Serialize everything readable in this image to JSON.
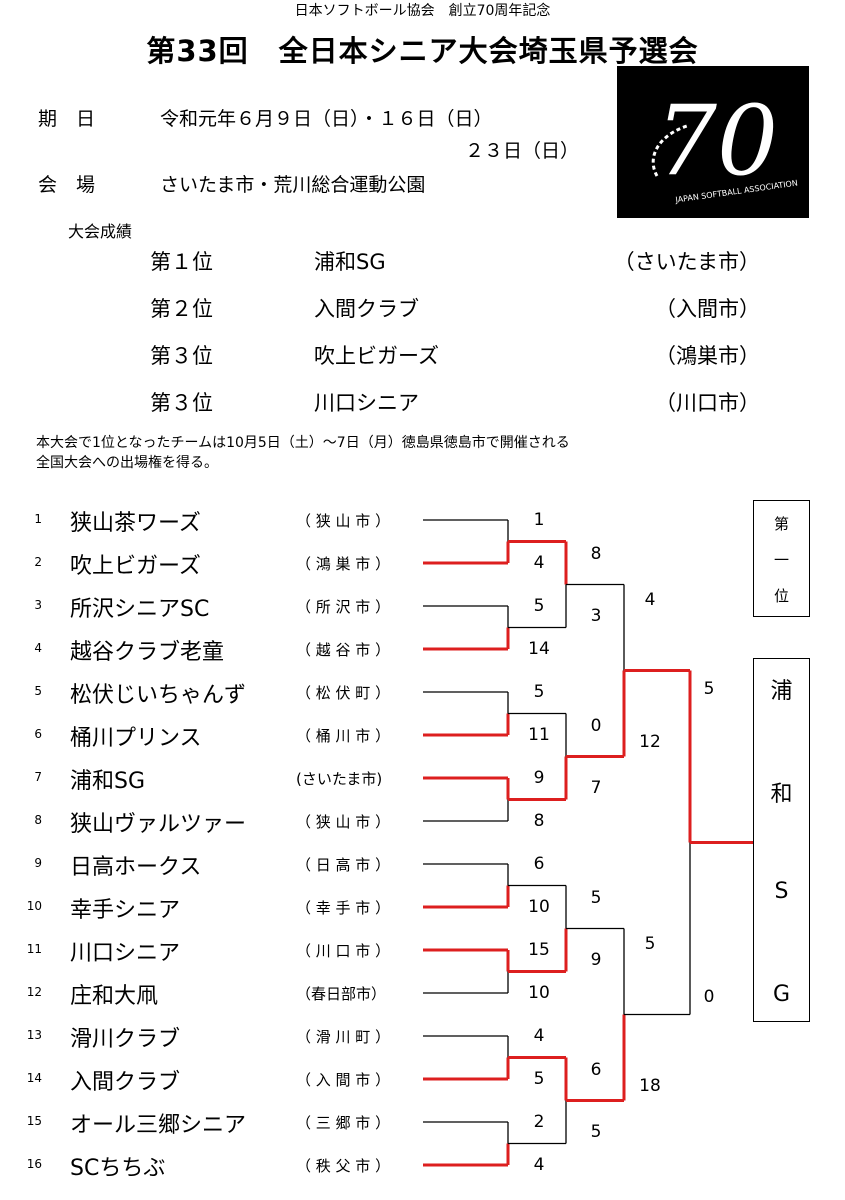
{
  "header": {
    "subtitle": "日本ソフトボール協会　創立70周年記念",
    "title": "第33回　全日本シニア大会埼玉県予選会"
  },
  "info": {
    "date_label": "期　日",
    "date_value_1": "令和元年６月９日（日）・１６日（日）",
    "date_value_2": "２３日（日）",
    "venue_label": "会　場",
    "venue_value": "さいたま市・荒川総合運動公園"
  },
  "logo": {
    "number": "70",
    "text": "JAPAN SOFTBALL ASSOCIATION"
  },
  "results": {
    "label": "大会成績",
    "rows": [
      {
        "rank": "第１位",
        "team": "浦和SG",
        "city": "（さいたま市）"
      },
      {
        "rank": "第２位",
        "team": "入間クラブ",
        "city": "（入間市）"
      },
      {
        "rank": "第３位",
        "team": "吹上ビガーズ",
        "city": "（鴻巣市）"
      },
      {
        "rank": "第３位",
        "team": "川口シニア",
        "city": "（川口市）"
      }
    ]
  },
  "note": {
    "line1": "本大会で1位となったチームは10月5日（土）～7日（月）徳島県徳島市で開催される",
    "line2": "全国大会への出場権を得る。"
  },
  "teams": [
    {
      "seed": "1",
      "name": "狭山茶ワーズ",
      "city": "（ 狭 山 市 ）"
    },
    {
      "seed": "2",
      "name": "吹上ビガーズ",
      "city": "（ 鴻 巣 市 ）"
    },
    {
      "seed": "3",
      "name": "所沢シニアSC",
      "city": "（ 所 沢 市 ）"
    },
    {
      "seed": "4",
      "name": "越谷クラブ老童",
      "city": "（ 越 谷 市 ）"
    },
    {
      "seed": "5",
      "name": "松伏じいちゃんず",
      "city": "（ 松 伏 町 ）"
    },
    {
      "seed": "6",
      "name": "桶川プリンス",
      "city": "（ 桶 川 市 ）"
    },
    {
      "seed": "7",
      "name": "浦和SG",
      "city": "(さいたま市)"
    },
    {
      "seed": "8",
      "name": "狭山ヴァルツァー",
      "city": "（ 狭 山 市 ）"
    },
    {
      "seed": "9",
      "name": "日高ホークス",
      "city": "（ 日 高 市 ）"
    },
    {
      "seed": "10",
      "name": "幸手シニア",
      "city": "（ 幸 手 市 ）"
    },
    {
      "seed": "11",
      "name": "川口シニア",
      "city": "（ 川 口 市 ）"
    },
    {
      "seed": "12",
      "name": "庄和大凧",
      "city": "（春日部市）"
    },
    {
      "seed": "13",
      "name": "滑川クラブ",
      "city": "（ 滑 川 町 ）"
    },
    {
      "seed": "14",
      "name": "入間クラブ",
      "city": "（ 入 間 市 ）"
    },
    {
      "seed": "15",
      "name": "オール三郷シニア",
      "city": "（ 三 郷 市 ）"
    },
    {
      "seed": "16",
      "name": "SCちちぶ",
      "city": "（ 秩 父 市 ）"
    }
  ],
  "scores": {
    "round1": [
      "1",
      "4",
      "5",
      "14",
      "5",
      "11",
      "9",
      "8",
      "6",
      "10",
      "15",
      "10",
      "4",
      "5",
      "2",
      "4"
    ],
    "round2": [
      "8",
      "3",
      "0",
      "7",
      "5",
      "9",
      "6",
      "5"
    ],
    "semis": [
      "4",
      "12",
      "5",
      "18"
    ],
    "final": [
      "5",
      "0"
    ]
  },
  "champion": {
    "label_chars": [
      "第",
      "一",
      "位"
    ],
    "name_chars": [
      "浦",
      "和",
      "S",
      "G"
    ]
  },
  "colors": {
    "winner_line": "#dd1f1f",
    "loser_line": "#000000"
  }
}
